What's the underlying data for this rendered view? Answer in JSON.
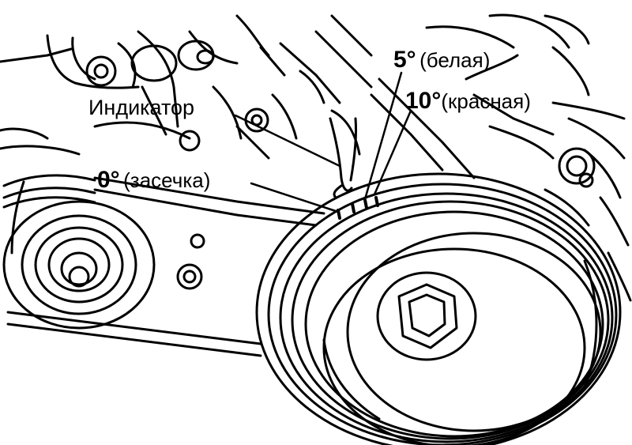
{
  "labels": {
    "indicator": "Индикатор",
    "mark_5": {
      "value": "5°",
      "note": "(белая)"
    },
    "mark_10": {
      "value": "10°",
      "note": "(красная)"
    },
    "mark_0": {
      "value": "0°",
      "note": "(засечка)"
    }
  },
  "colors": {
    "ink": "#000000",
    "paper": "#ffffff"
  }
}
